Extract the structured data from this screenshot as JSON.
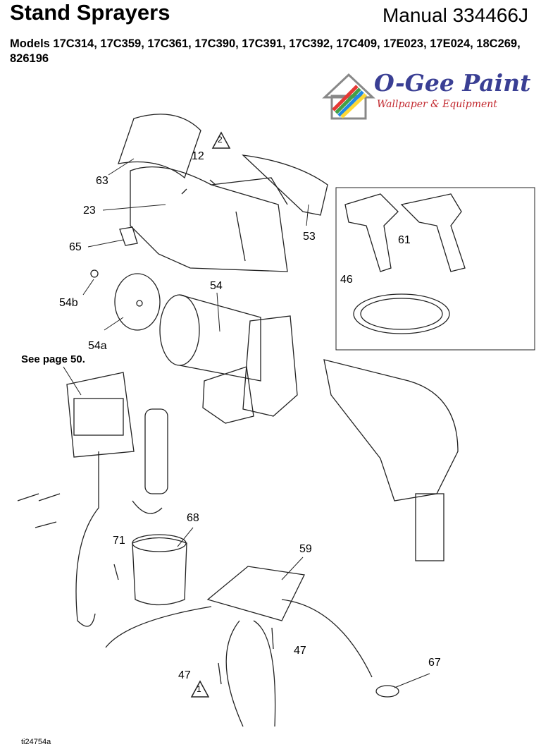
{
  "header": {
    "title": "Stand Sprayers",
    "manual": "Manual 334466J",
    "models": "Models 17C314, 17C359, 17C361, 17C390, 17C391, 17C392, 17C409, 17E023, 17E024, 18C269, 826196"
  },
  "logo": {
    "name": "O-Gee Paint",
    "tagline": "Wallpaper & Equipment"
  },
  "note": "See page 50.",
  "callouts": {
    "c12": "12",
    "c63": "63",
    "c23": "23",
    "c65": "65",
    "c53": "53",
    "c54b": "54b",
    "c54a": "54a",
    "c54": "54",
    "c61": "61",
    "c46": "46",
    "c68": "68",
    "c71": "71",
    "c59": "59",
    "c47a": "47",
    "c47b": "47",
    "c67": "67",
    "w2": "2",
    "w1": "1"
  },
  "figure_id": "ti24754a"
}
